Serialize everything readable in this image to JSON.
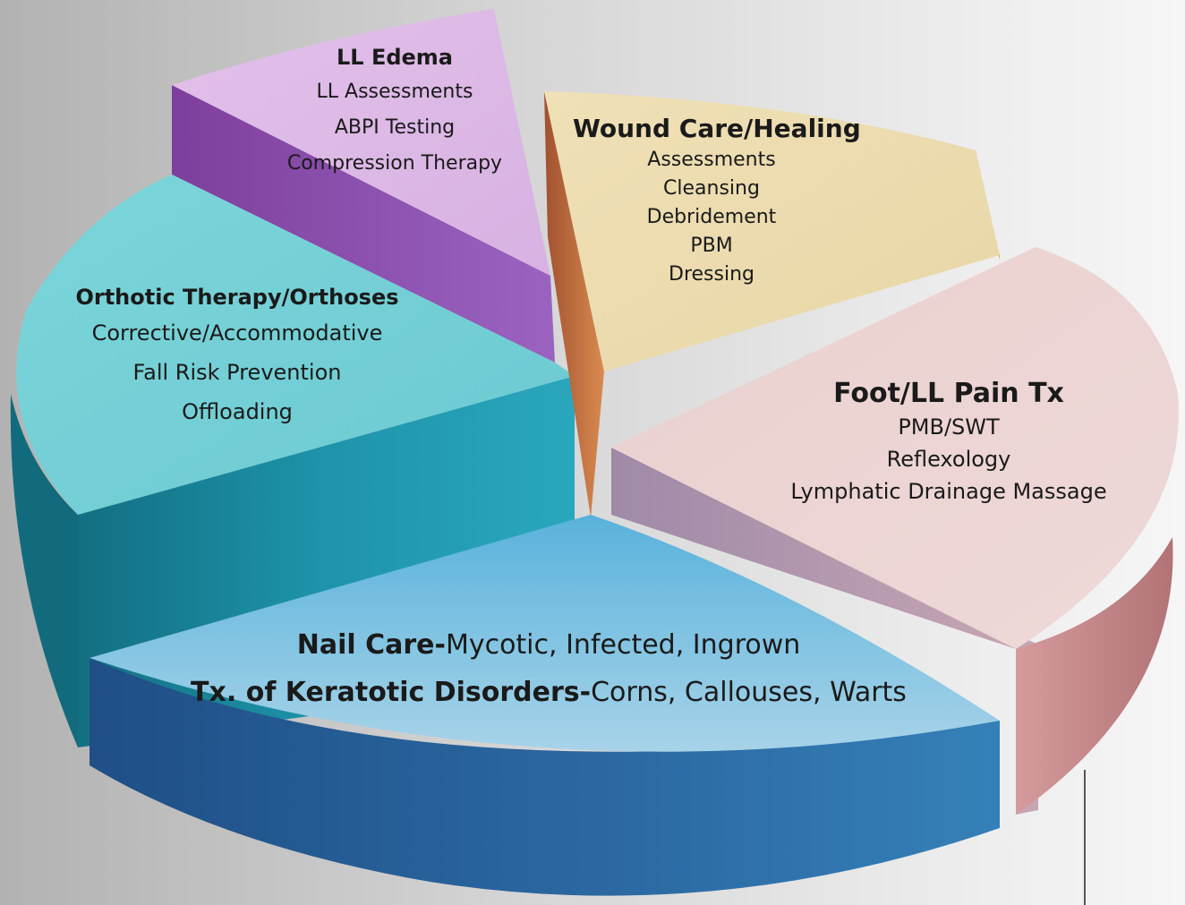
{
  "diagram": {
    "segments": [
      {
        "id": "ll-edema",
        "title": "LL Edema",
        "items": [
          "LL Assessments",
          "ABPI Testing",
          "Compression Therapy"
        ],
        "top_color": "#ddb8e6",
        "side_color": "#8a4fa8"
      },
      {
        "id": "wound-care",
        "title": "Wound Care/Healing",
        "items": [
          "Assessments",
          "Cleansing",
          "Debridement",
          "PBM",
          "Dressing"
        ],
        "top_color": "#ecdcaf",
        "side_color": "#d9a83f"
      },
      {
        "id": "orthotic",
        "title": "Orthotic Therapy/Orthoses",
        "items": [
          "Corrective/Accommodative",
          "Fall Risk Prevention",
          "Offloading"
        ],
        "top_color": "#74d0d6",
        "side_color": "#1c8fa5"
      },
      {
        "id": "foot-pain",
        "title": "Foot/LL Pain Tx",
        "items": [
          "PMB/SWT",
          "Reflexology",
          "Lymphatic Drainage Massage"
        ],
        "top_color": "#ead1d0",
        "side_color": "#b77d80"
      },
      {
        "id": "nail-care",
        "lines": [
          {
            "bold": "Nail Care-",
            "text": "Mycotic, Infected, Ingrown"
          },
          {
            "bold": "Tx. of Keratotic Disorders-",
            "text": "Corns, Callouses, Warts"
          }
        ],
        "top_color": "#8cc6e2",
        "side_color": "#2a5f94"
      }
    ]
  }
}
